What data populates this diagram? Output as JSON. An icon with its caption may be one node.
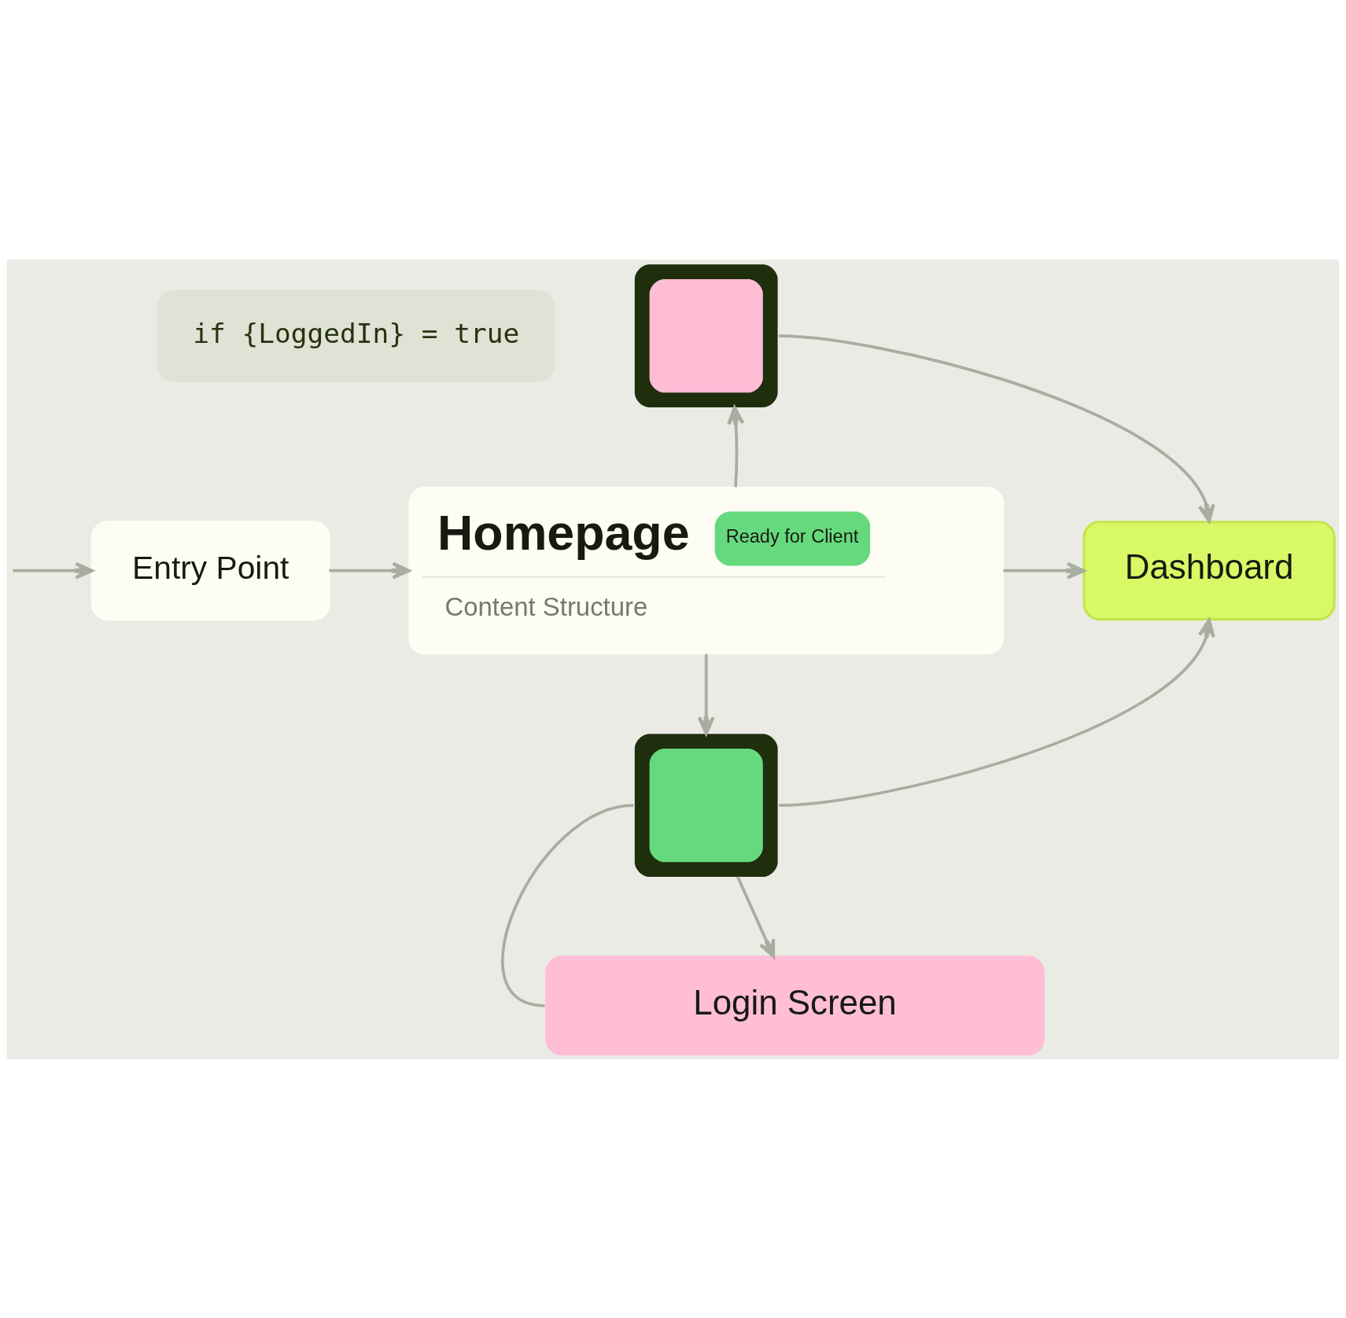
{
  "diagram": {
    "nodes": [
      {
        "text": [
          "if {LoggedIn} = true"
        ]
      },
      {
        "text": [],
        "shape": "box"
      },
      {
        "text": [
          "Entry Point"
        ]
      },
      {
        "text": [
          "Homepage",
          "Ready for Client",
          "Content Structure"
        ]
      },
      {
        "text": [
          "Dashboard"
        ]
      },
      {
        "text": [],
        "shape": "box"
      },
      {
        "text": [
          "Login Screen"
        ]
      }
    ],
    "edges": [
      {
        "from": null,
        "to": 2,
        "arrow": "to"
      },
      {
        "from": 2,
        "to": 3,
        "arrow": "to"
      },
      {
        "from": 3,
        "to": 1,
        "arrow": "to"
      },
      {
        "from": 1,
        "to": 4,
        "arrow": "to"
      },
      {
        "from": 3,
        "to": 4,
        "arrow": "to"
      },
      {
        "from": 3,
        "to": 5,
        "arrow": "to"
      },
      {
        "from": 5,
        "to": 4,
        "arrow": "to"
      },
      {
        "from": 5,
        "to": 6,
        "arrow": "to"
      },
      {
        "from": 5,
        "to": 6,
        "arrow": "none"
      }
    ]
  }
}
